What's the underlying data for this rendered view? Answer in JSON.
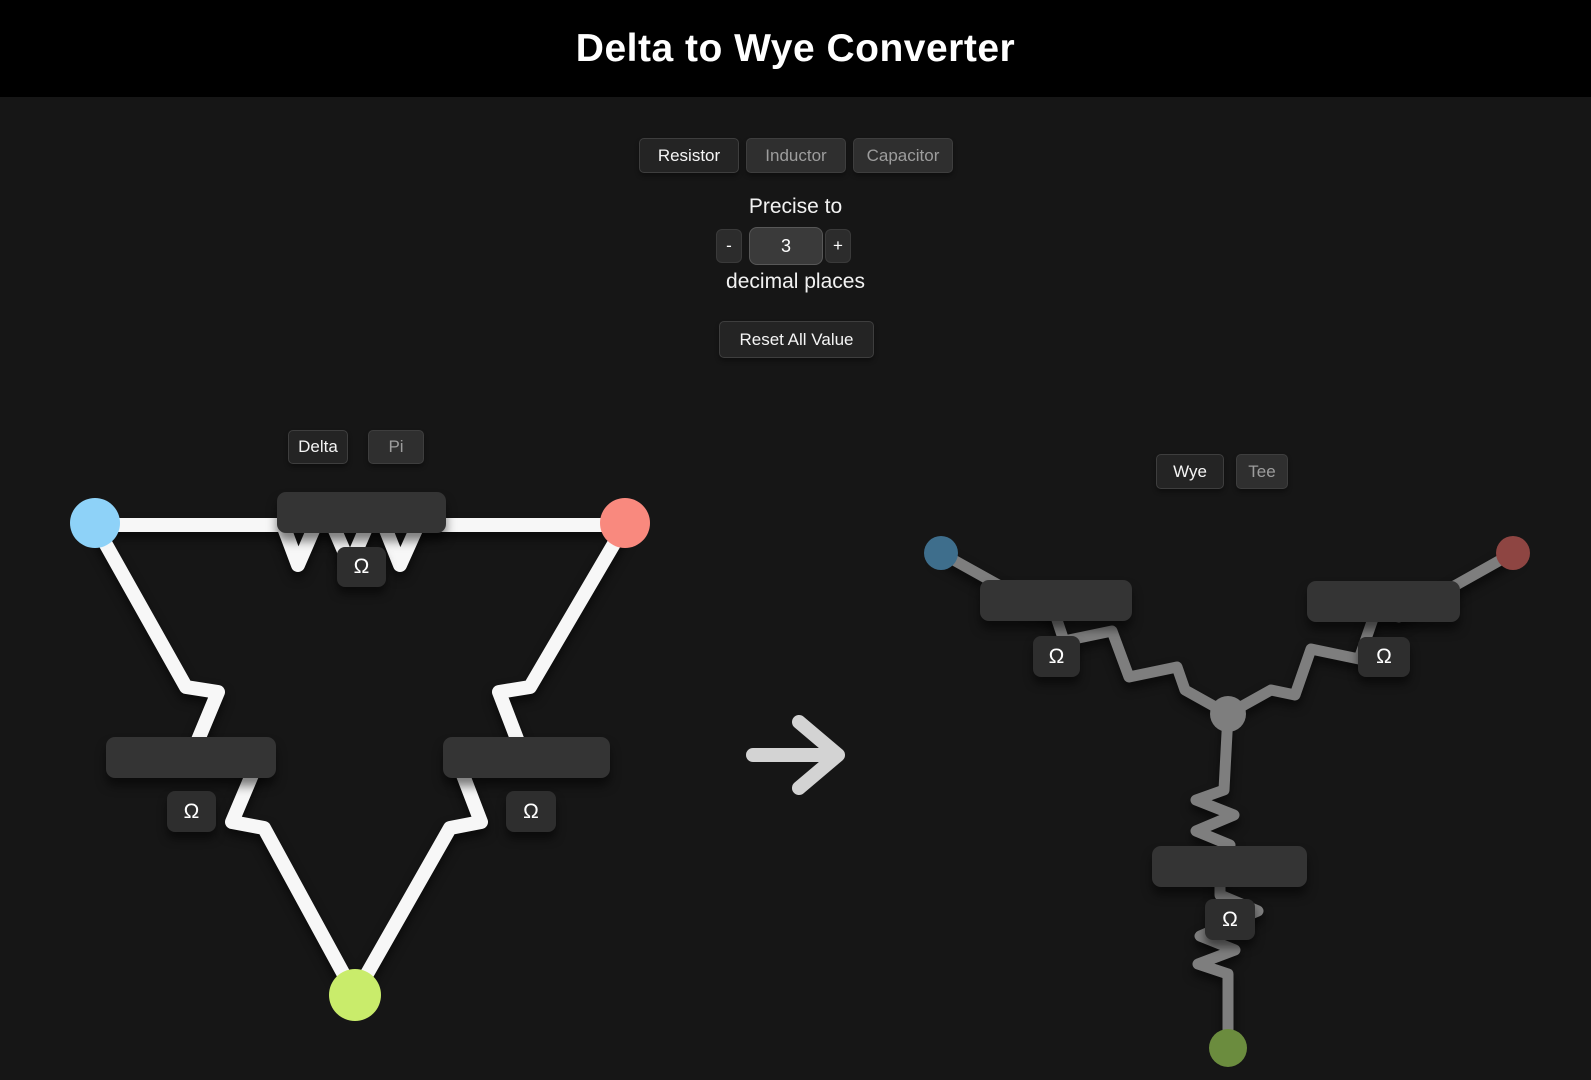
{
  "app": {
    "title": "Delta to Wye Converter",
    "header_background": "#000000",
    "body_background": "#161616"
  },
  "component_tabs": {
    "items": [
      {
        "label": "Resistor",
        "active": true
      },
      {
        "label": "Inductor",
        "active": false
      },
      {
        "label": "Capacitor",
        "active": false
      }
    ]
  },
  "precision": {
    "label_before": "Precise to",
    "label_after": "decimal places",
    "value": "3",
    "decrement_label": "-",
    "increment_label": "+"
  },
  "reset_button": {
    "label": "Reset All Value"
  },
  "arrow": {
    "glyph": "right-arrow",
    "color": "#d3d3d3"
  },
  "delta_panel": {
    "type_toggle": [
      {
        "label": "Delta",
        "active": true
      },
      {
        "label": "Pi",
        "active": false
      }
    ],
    "wire_color": "#f7f7f7",
    "resistors": [
      {
        "position": "top",
        "value": "",
        "unit": "Ω"
      },
      {
        "position": "left",
        "value": "",
        "unit": "Ω"
      },
      {
        "position": "right",
        "value": "",
        "unit": "Ω"
      }
    ],
    "node_colors": {
      "top_left": "#8ed2f8",
      "top_right": "#f9897e",
      "bottom": "#c9ec6b"
    }
  },
  "wye_panel": {
    "type_toggle": [
      {
        "label": "Wye",
        "active": true
      },
      {
        "label": "Tee",
        "active": false
      }
    ],
    "wire_color": "#7e7e7e",
    "resistors": [
      {
        "position": "left",
        "value": "",
        "unit": "Ω"
      },
      {
        "position": "right",
        "value": "",
        "unit": "Ω"
      },
      {
        "position": "bottom",
        "value": "",
        "unit": "Ω"
      }
    ],
    "node_colors": {
      "top_left": "#3e6e8c",
      "top_right": "#8e4542",
      "bottom": "#6b8c3e",
      "center": "#7e7e7e"
    }
  }
}
